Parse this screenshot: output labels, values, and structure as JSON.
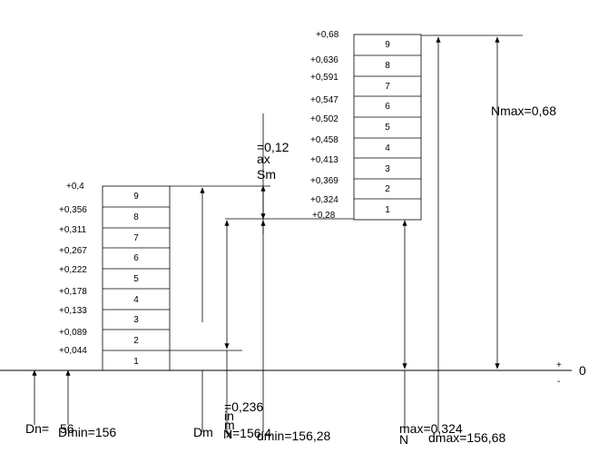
{
  "hole_scale": {
    "ticks": [
      "+0,4",
      "+0,356",
      "+0,311",
      "+0,267",
      "+0,222",
      "+0,178",
      "+0,133",
      "+0,089",
      "+0,044"
    ],
    "cells": [
      "9",
      "8",
      "7",
      "6",
      "5",
      "4",
      "3",
      "2",
      "1"
    ]
  },
  "shaft_scale": {
    "ticks": [
      "+0,68",
      "+0,636",
      "+0,591",
      "+0,547",
      "+0,502",
      "+0,458",
      "+0,413",
      "+0,369",
      "+0,324",
      "+0,28"
    ],
    "cells": [
      "9",
      "8",
      "7",
      "6",
      "5",
      "4",
      "3",
      "2",
      "1"
    ]
  },
  "zero": {
    "plus": "+",
    "minus": "-",
    "label": "0"
  },
  "labels": {
    "nmax": "Nmax=0,68",
    "smax_value": "=0,12",
    "smax_ax": "ax",
    "smax_sm": "Sm",
    "nmin_value": "=0,236",
    "nmin_in": "in",
    "nmin_m": "m",
    "nmin_n": "N",
    "dn": "Dn=",
    "dn_value": "56",
    "dmin": "Dmin=156",
    "dm": "Dm",
    "dm_value": "x=156,4",
    "dmin_shaft": "dmin=156,28",
    "nmax_small": "max=0,324",
    "nmax_small_n": "N",
    "dmax": "dmax=156,68"
  }
}
